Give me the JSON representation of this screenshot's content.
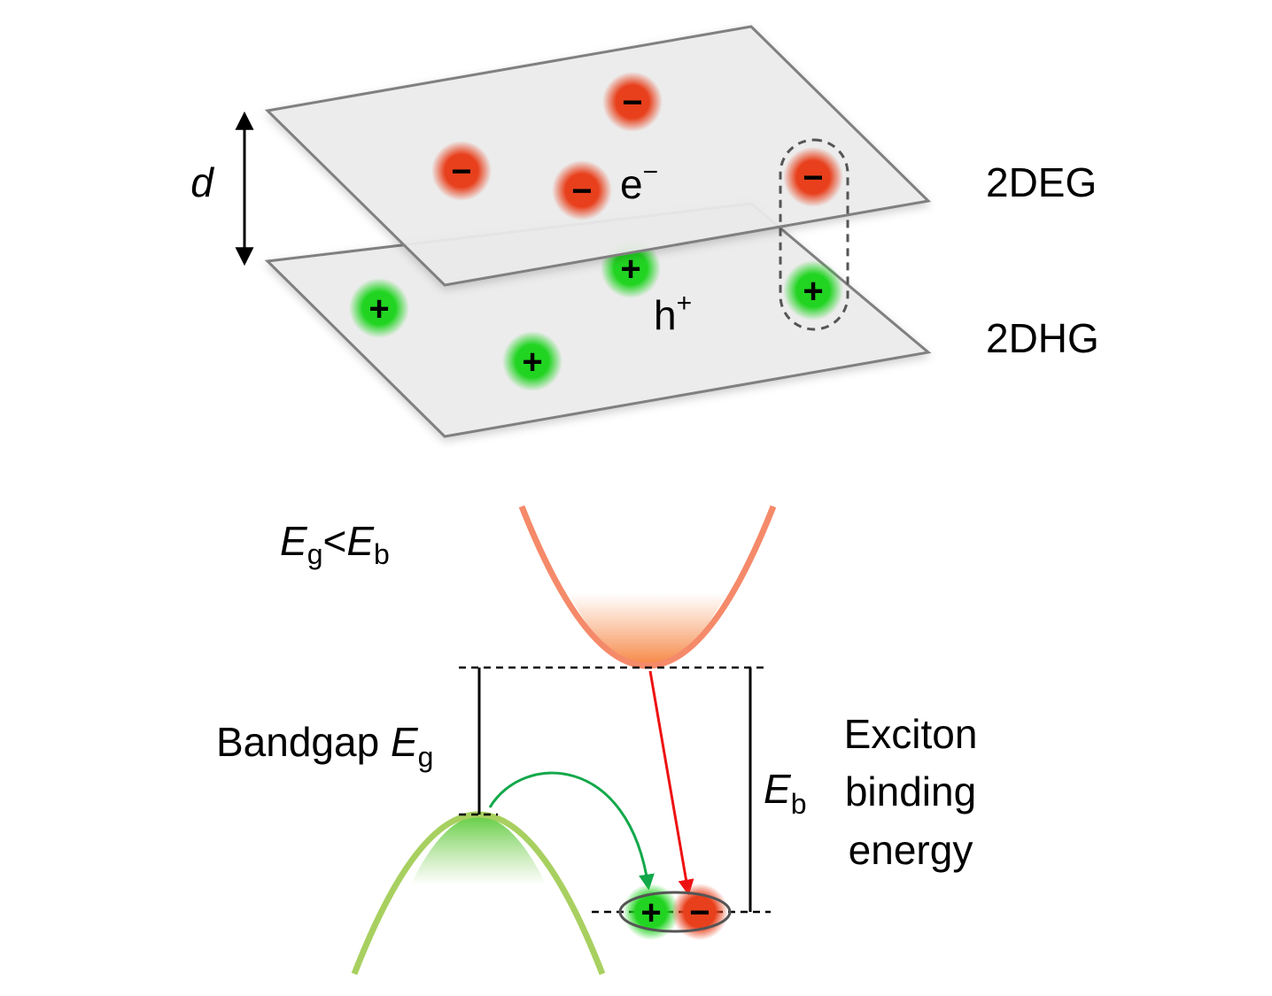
{
  "layers": {
    "top_label": "2DEG",
    "bottom_label": "2DHG",
    "separation_label": "d",
    "electron_label": "e",
    "electron_superscript": "−",
    "hole_label": "h",
    "hole_superscript": "+",
    "electron_sign": "−",
    "hole_sign": "+"
  },
  "condition": {
    "lhs_symbol": "E",
    "lhs_subscript": "g",
    "operator": "<",
    "rhs_symbol": "E",
    "rhs_subscript": "b"
  },
  "bands": {
    "bandgap_text": "Bandgap ",
    "bandgap_symbol": "E",
    "bandgap_subscript": "g",
    "binding_symbol": "E",
    "binding_subscript": "b",
    "binding_line1": "Exciton",
    "binding_line2": "binding",
    "binding_line3": "energy"
  },
  "colors": {
    "electron": "#e8401c",
    "hole": "#22d422",
    "conduction_band": "#f58a6a",
    "valence_band": "#a8d060",
    "arrow_electron": "#ee1111",
    "arrow_hole": "#12a84a",
    "plane_fill": "#ececec",
    "plane_stroke": "#808080"
  }
}
